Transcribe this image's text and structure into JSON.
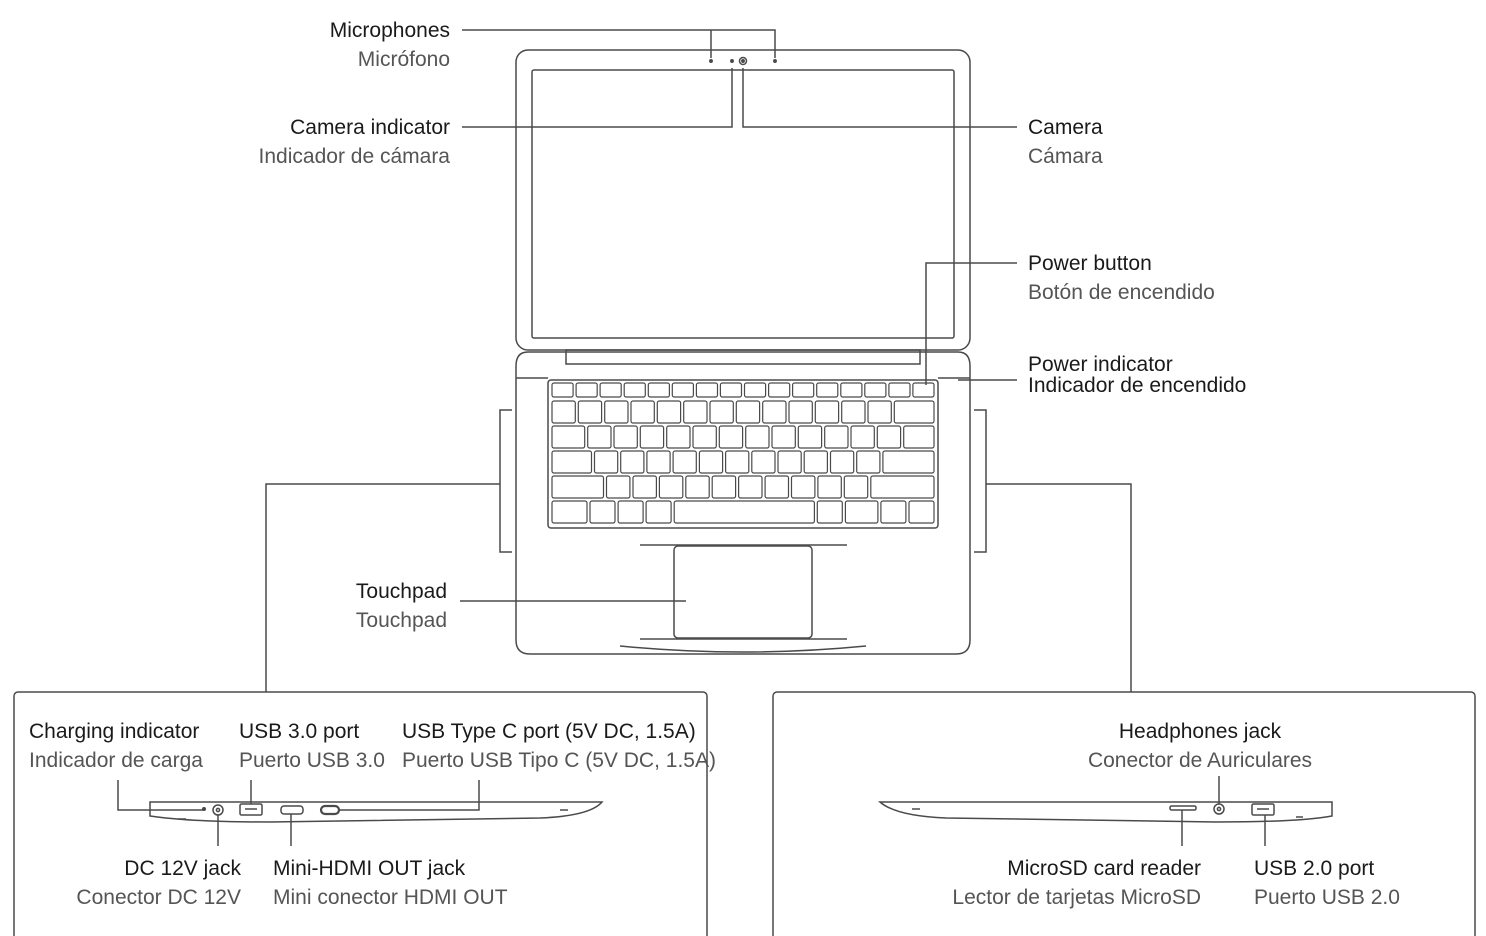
{
  "labels": {
    "microphones": {
      "en": "Microphones",
      "es": "Micrófono"
    },
    "camera_indicator": {
      "en": "Camera indicator",
      "es": "Indicador de cámara"
    },
    "camera": {
      "en": "Camera",
      "es": "Cámara"
    },
    "power_button": {
      "en": "Power button",
      "es": "Botón de encendido"
    },
    "power_indicator": {
      "en": "Power indicator",
      "es": "Indicador de encendido"
    },
    "touchpad": {
      "en": "Touchpad",
      "es": "Touchpad"
    },
    "charging_indicator": {
      "en": "Charging indicator",
      "es": "Indicador de carga"
    },
    "usb3_port": {
      "en": "USB 3.0 port",
      "es": "Puerto USB 3.0"
    },
    "usb_type_c": {
      "en": "USB Type C port (5V DC, 1.5A)",
      "es": "Puerto USB Tipo C (5V DC, 1.5A)"
    },
    "dc_jack": {
      "en": "DC 12V jack",
      "es": "Conector DC 12V"
    },
    "mini_hdmi": {
      "en": "Mini-HDMI OUT jack",
      "es": "Mini conector HDMI OUT"
    },
    "headphones_jack": {
      "en": "Headphones jack",
      "es": "Conector de Auriculares"
    },
    "microsd_reader": {
      "en": "MicroSD card reader",
      "es": "Lector de tarjetas MicroSD"
    },
    "usb2_port": {
      "en": "USB 2.0 port",
      "es": "Puerto USB 2.0"
    }
  },
  "colors": {
    "line": "#4a4a4a",
    "text_primary": "#1a1a1a",
    "text_secondary": "#555555"
  }
}
